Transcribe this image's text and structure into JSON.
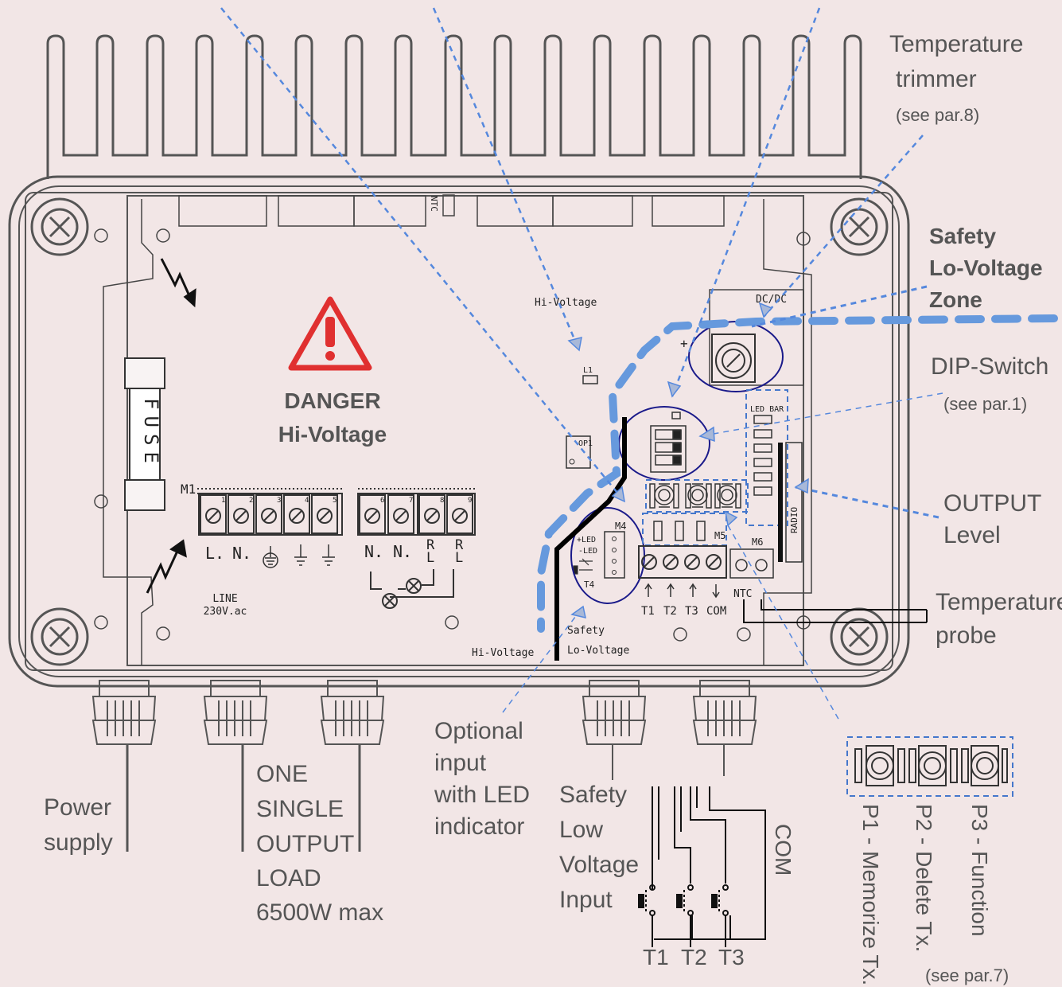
{
  "danger": {
    "title": "DANGER",
    "subtitle": "Hi-Voltage"
  },
  "zones": {
    "safety_title": [
      "Safety",
      "Lo-Voltage",
      "Zone"
    ],
    "hi_voltage_top": "Hi-Voltage",
    "hi_voltage_bottom": "Hi-Voltage",
    "safety_bottom": "Safety",
    "lo_voltage_bottom": "Lo-Voltage"
  },
  "callouts": {
    "temperature_trimmer": [
      "Temperature",
      "trimmer",
      "(see par.8)"
    ],
    "dip_switch": [
      "DIP-Switch",
      "(see par.1)"
    ],
    "output_level": [
      "OUTPUT",
      "Level"
    ],
    "temperature_probe": [
      "Temperature",
      "probe"
    ],
    "optional_input": [
      "Optional",
      "input",
      "with LED",
      "indicator"
    ],
    "safety_low_voltage_input": [
      "Safety",
      "Low",
      "Voltage",
      "Input"
    ],
    "power_supply": [
      "Power",
      "supply"
    ],
    "output_load": [
      "ONE",
      "SINGLE",
      "OUTPUT",
      "LOAD",
      "6500W max"
    ],
    "buttons": [
      "P1 - Memorize Tx.",
      "P2 - Delete Tx.",
      "P3 - Function"
    ],
    "buttons_ref": "(see par.7)",
    "com": "COM",
    "t_inputs": [
      "T1",
      "T2",
      "T3"
    ]
  },
  "pcb": {
    "fuse": "FUSE",
    "m1": "M1",
    "m1_labels": [
      "L.",
      "N."
    ],
    "line": [
      "LINE",
      "230V.ac"
    ],
    "relay_labels": [
      "N.",
      "N.",
      "R",
      "L",
      "R",
      "L"
    ],
    "terminal_numbers": [
      "1",
      "2",
      "3",
      "4",
      "5",
      "6",
      "7",
      "8",
      "9"
    ],
    "ntc_top": "NTC",
    "dcdc": "DC/DC",
    "l1": "L1",
    "op1": "OP1",
    "led_bar": "LED BAR",
    "radio": "RADIO",
    "m4": "M4",
    "m4_labels": [
      "+LED",
      "-LED",
      "T4"
    ],
    "m5": "M5",
    "m6": "M6",
    "m5_labels": [
      "T1",
      "T2",
      "T3",
      "COM"
    ],
    "ntc_bottom": "NTC",
    "plus": "+"
  }
}
